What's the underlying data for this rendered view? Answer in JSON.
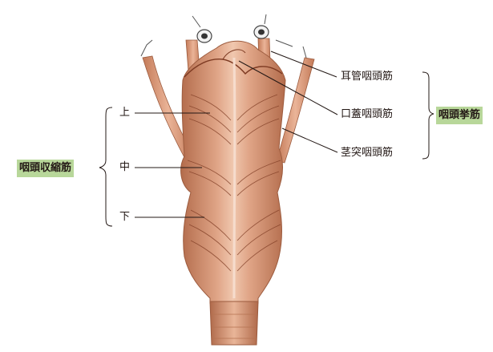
{
  "colors": {
    "muscle": "#d99877",
    "muscle_light": "#ecc1a6",
    "muscle_dark": "#9c5b3e",
    "fiber": "#7d3a22",
    "leader": "#231815",
    "label_box": "#b8d79a"
  },
  "labels": {
    "constrictors_group": "咽頭収縮筋",
    "upper": "上",
    "middle": "中",
    "lower": "下",
    "salpingopharyngeus": "耳管咽頭筋",
    "palatopharyngeus": "口蓋咽頭筋",
    "stylopharyngeus": "茎突咽頭筋",
    "levators_group": "咽頭挙筋"
  }
}
